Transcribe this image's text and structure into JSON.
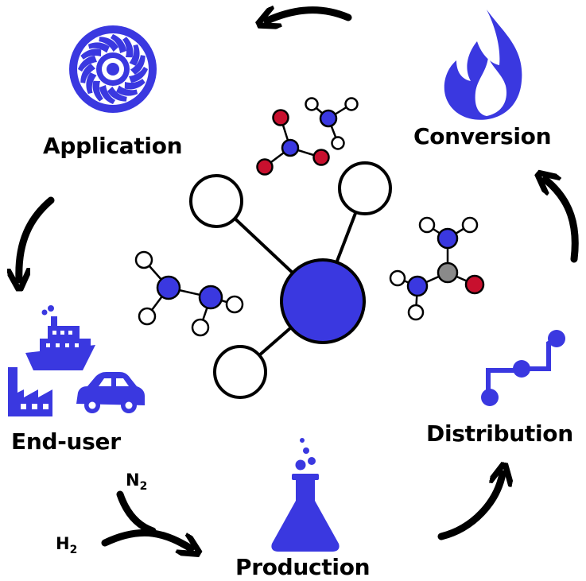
{
  "labels": {
    "application": "Application",
    "conversion": "Conversion",
    "end_user": "End-user",
    "distribution": "Distribution",
    "production": "Production",
    "n2_symbol": "N",
    "n2_sub": "2",
    "h2_symbol": "H",
    "h2_sub": "2"
  },
  "icons": {
    "application": "turbine-icon",
    "conversion": "flame-icon",
    "end_user": [
      "ship-icon",
      "factory-icon",
      "car-icon"
    ],
    "distribution": "circuit-network-icon",
    "production": "flask-icon"
  },
  "colors": {
    "accent_blue": "#3a38e0",
    "oxygen_red": "#c8102e",
    "carbon_grey": "#8a8a8a",
    "ink": "#000000",
    "background": "#ffffff"
  }
}
